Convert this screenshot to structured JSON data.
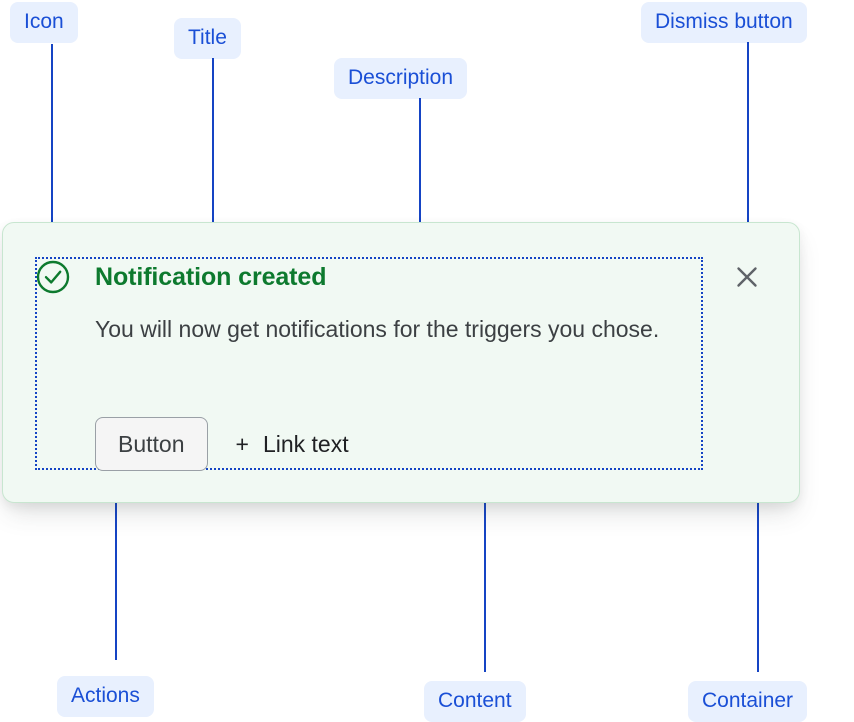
{
  "notification": {
    "icon": "check-circle-icon",
    "title": "Notification created",
    "description": "You will now get notifications for the triggers you chose.",
    "actions": {
      "button_label": "Button",
      "link_plus": "+",
      "link_label": "Link text"
    },
    "dismiss_icon": "close-icon"
  },
  "annotations": {
    "icon": "Icon",
    "title": "Title",
    "description": "Description",
    "dismiss_button": "Dismiss button",
    "actions": "Actions",
    "content": "Content",
    "container": "Container"
  },
  "colors": {
    "annotation_text": "#1a4fd6",
    "annotation_bg": "#e8f0fe",
    "connector": "#1544c4",
    "card_bg": "#f1f9f3",
    "card_border": "#c8e6d0",
    "success_green": "#0d7a2e",
    "body_text": "#3c4043",
    "dismiss_gray": "#5f6368"
  }
}
